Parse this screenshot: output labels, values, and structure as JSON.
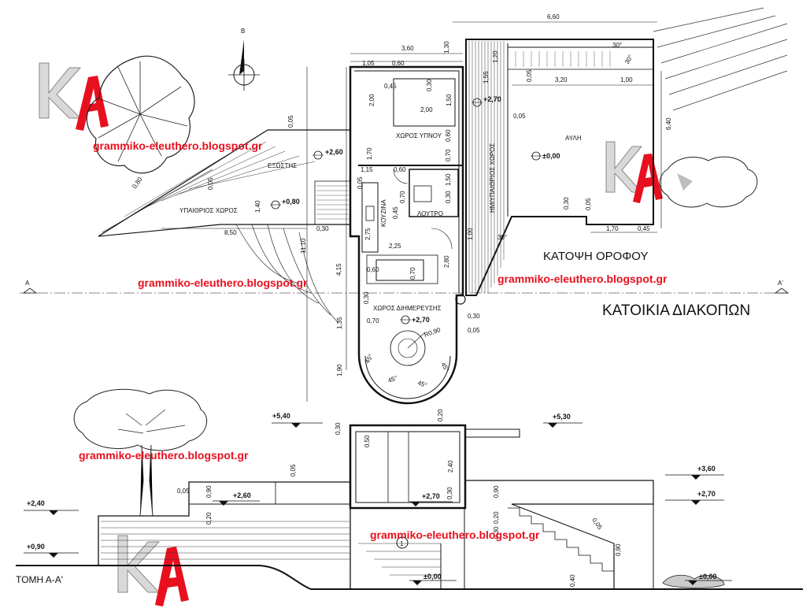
{
  "title": "ΚΑΤΟΙΚΙΑ ΔΙΑΚΟΠΩΝ",
  "plan_title": "ΚΑΤΟΨΗ ΟΡΟΦΟΥ",
  "section_title": "ΤΟΜΗ Α-Α'",
  "north_label": "Β",
  "section_marks": {
    "left": "Α",
    "right": "Α'"
  },
  "watermark_text": "grammiko-eleuthero.blogspot.gr",
  "watermark_color": "#e8101e",
  "logo_text": "ΚΑ",
  "rooms": {
    "bedroom": "ΧΩΡΟΣ ΥΠΝΟΥ",
    "kitchen": "ΚΟΥΖΙΝΑ",
    "bathroom": "ΛΟΥΤΡΟ",
    "living": "ΧΩΡΟΣ ΔΙΗΜΕΡΕΥΣΗΣ",
    "yard": "ΑΥΛΗ",
    "outdoor": "ΥΠΑΙΘΡΙΟΣ ΧΩΡΟΣ",
    "deck": "ΕΞΩΣΤΗΣ",
    "semi_outdoor": "ΗΜΙΥΠΑΙΘΡΙΟΣ ΧΩΡΟΣ"
  },
  "plan_levels": {
    "deck": "+2,60",
    "outdoor": "+0,80",
    "bedroom": "+2,70",
    "living": "+2,70",
    "yard": "±0,00"
  },
  "section_levels": {
    "roof_left": "+5,40",
    "roof_right": "+5,30",
    "right_top": "+3,60",
    "right_mid": "+2,70",
    "left_upper": "+2,40",
    "left_lower": "+0,90",
    "deck": "+2,60",
    "floor": "+2,70",
    "ground": "±0,00",
    "ground_right": "±0,00"
  },
  "section_marker": "1",
  "plan_dims": {
    "top_total": "6,60",
    "upper_width": "3,60",
    "d105": "1,05",
    "d060a": "0,60",
    "d045a": "0,45",
    "d030a": "0,30",
    "d200a": "2,00",
    "d150a": "1,50",
    "d200b": "2,00",
    "d130": "1,30",
    "d120": "1,20",
    "d005a": "0,05",
    "d320": "3,20",
    "d100a": "1,00",
    "d155": "1,55",
    "d005b": "0,05",
    "d005c": "0,05",
    "d640": "6,40",
    "d030b": "0,30",
    "d170a": "1,70",
    "d045b": "0,45",
    "d170b": "1,70",
    "d115": "1,15",
    "d060b": "0,60",
    "d060c": "0,60",
    "d070a": "0,70",
    "d150b": "1,50",
    "d030c": "0,30",
    "d045c": "0,45",
    "d070b": "0,70",
    "d005d": "0,05",
    "d080": "0,80",
    "d140": "1,40",
    "d850": "8,50",
    "d030d": "0,30",
    "d1110": "11,10",
    "d415": "4,15",
    "d275": "2,75",
    "d225": "2,25",
    "d060d": "0,60",
    "d070c": "0,70",
    "d280": "2,80",
    "d100b": "1,00",
    "d030e": "0,30",
    "d070d": "0,70",
    "d030f": "0,30",
    "d005e": "0,05",
    "d135": "1,35",
    "d190": "1,90",
    "r": "R0,90",
    "a45a": "45°",
    "a45b": "45°",
    "a45c": "45°",
    "a45d": "45°",
    "a30a": "30°",
    "a30b": "30°",
    "a30c": "30°",
    "d005f": "0,05",
    "d005g": "0,05"
  },
  "section_dims": {
    "s030a": "0,30",
    "s020a": "0,20",
    "s050a": "0,50",
    "s240": "2,40",
    "s005a": "0,05",
    "s090a": "0,90",
    "s005b": "0,05",
    "s020b": "0,20",
    "s030b": "0,30",
    "s090b": "0,90",
    "s020c": "0,20",
    "s030c": "0,30",
    "s005c": "0,05",
    "s090c": "0,90",
    "s040": "0,40"
  }
}
